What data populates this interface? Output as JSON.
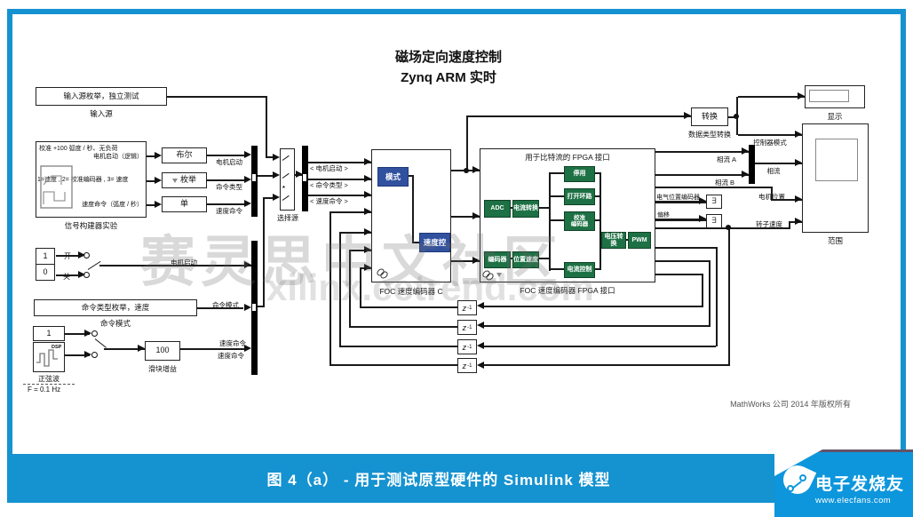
{
  "title": {
    "line1": "磁场定向速度控制",
    "line2": "Zynq ARM 实时"
  },
  "caption": "图 4（a） - 用于测试原型硬件的 Simulink 模型",
  "copyright": "MathWorks 公司 2014 年版权所有",
  "watermark": {
    "line1": "赛灵思中文社区",
    "line2": "xilinx.eetrend.com"
  },
  "logo": {
    "brand": "电子发烧友",
    "url": "www.elecfans.com"
  },
  "colors": {
    "frame_blue": "#1592d0",
    "logo_blue": "#0d96dc",
    "block_blue": "#31519f",
    "block_green": "#1d7144"
  },
  "source_group": {
    "input_source": {
      "text": "输入源枚举，独立测试",
      "label": "输入源"
    },
    "signal_builder": {
      "line1": "校准 +100 弧度 / 秒、无负荷",
      "port_motor": "电机启动（逻辑）",
      "line2": "1=速度 , 2= 校准编码器 , 3= 速度",
      "port_speed": "速度命令（弧度 / 秒）",
      "label": "信号构建器实验"
    },
    "conv_bool": "布尔",
    "conv_enum": "枚举",
    "conv_single": "单",
    "sig_motor_start": "电机启动",
    "sig_cmd_type": "命令类型",
    "sig_speed_cmd": "速度命令",
    "selector": {
      "label": "选择源",
      "star": "*"
    },
    "bus_signals": {
      "motor_start": "< 电机启动 >",
      "cmd_type": "< 命令类型 >",
      "speed_cmd": "< 速度命令 >"
    }
  },
  "manual_group": {
    "const_on": "1",
    "const_off": "0",
    "label_on": "开",
    "label_off": "关",
    "sig_motor_start": "电机启动",
    "cmd_mode": {
      "text": "命令类型枚举，速度",
      "label": "命令模式",
      "signal": "命令模式"
    },
    "sine": {
      "const": "1",
      "dsp": "DSP",
      "label": "正弦波",
      "freq": "F = 0.1 Hz"
    },
    "gain": {
      "value": "100",
      "label": "滑块增益",
      "signal_top": "速度命令",
      "signal_bottom": "速度命令"
    }
  },
  "foc": {
    "mode": "模式",
    "speed_ctrl": "速度控",
    "label": "FOC 速度编码器 C"
  },
  "fpga": {
    "title": "用于比特流的 FPGA 接口",
    "label": "FOC 速度编码器 FPGA 接口",
    "adc": "ADC",
    "current_conv": "电流转换",
    "encoder": "编码器",
    "pos_speed": "位置速度",
    "disable": "停用",
    "open_loop": "打开环路",
    "cal_enc_line1": "校准",
    "cal_enc_line2": "编码器",
    "current_ctrl": "电流控制",
    "volt_conv": "电压转换",
    "pwm": "PWM"
  },
  "delay": {
    "base": "z",
    "exp": "-1"
  },
  "outputs": {
    "convert": {
      "text": "转换",
      "label": "数据类型转换"
    },
    "display_label": "显示",
    "scope_label": "范围",
    "sig_ctrl_mode": "控制器模式",
    "sig_phase_a": "相流 A",
    "sig_phase_b": "相流 B",
    "sig_phase": "相流",
    "sig_elec_pos": "电气位置编码器",
    "sig_offset": "偏移",
    "sig_motor_pos": "电机位置",
    "sig_rotor_speed": "转子速度",
    "rt_icon": "∃"
  }
}
